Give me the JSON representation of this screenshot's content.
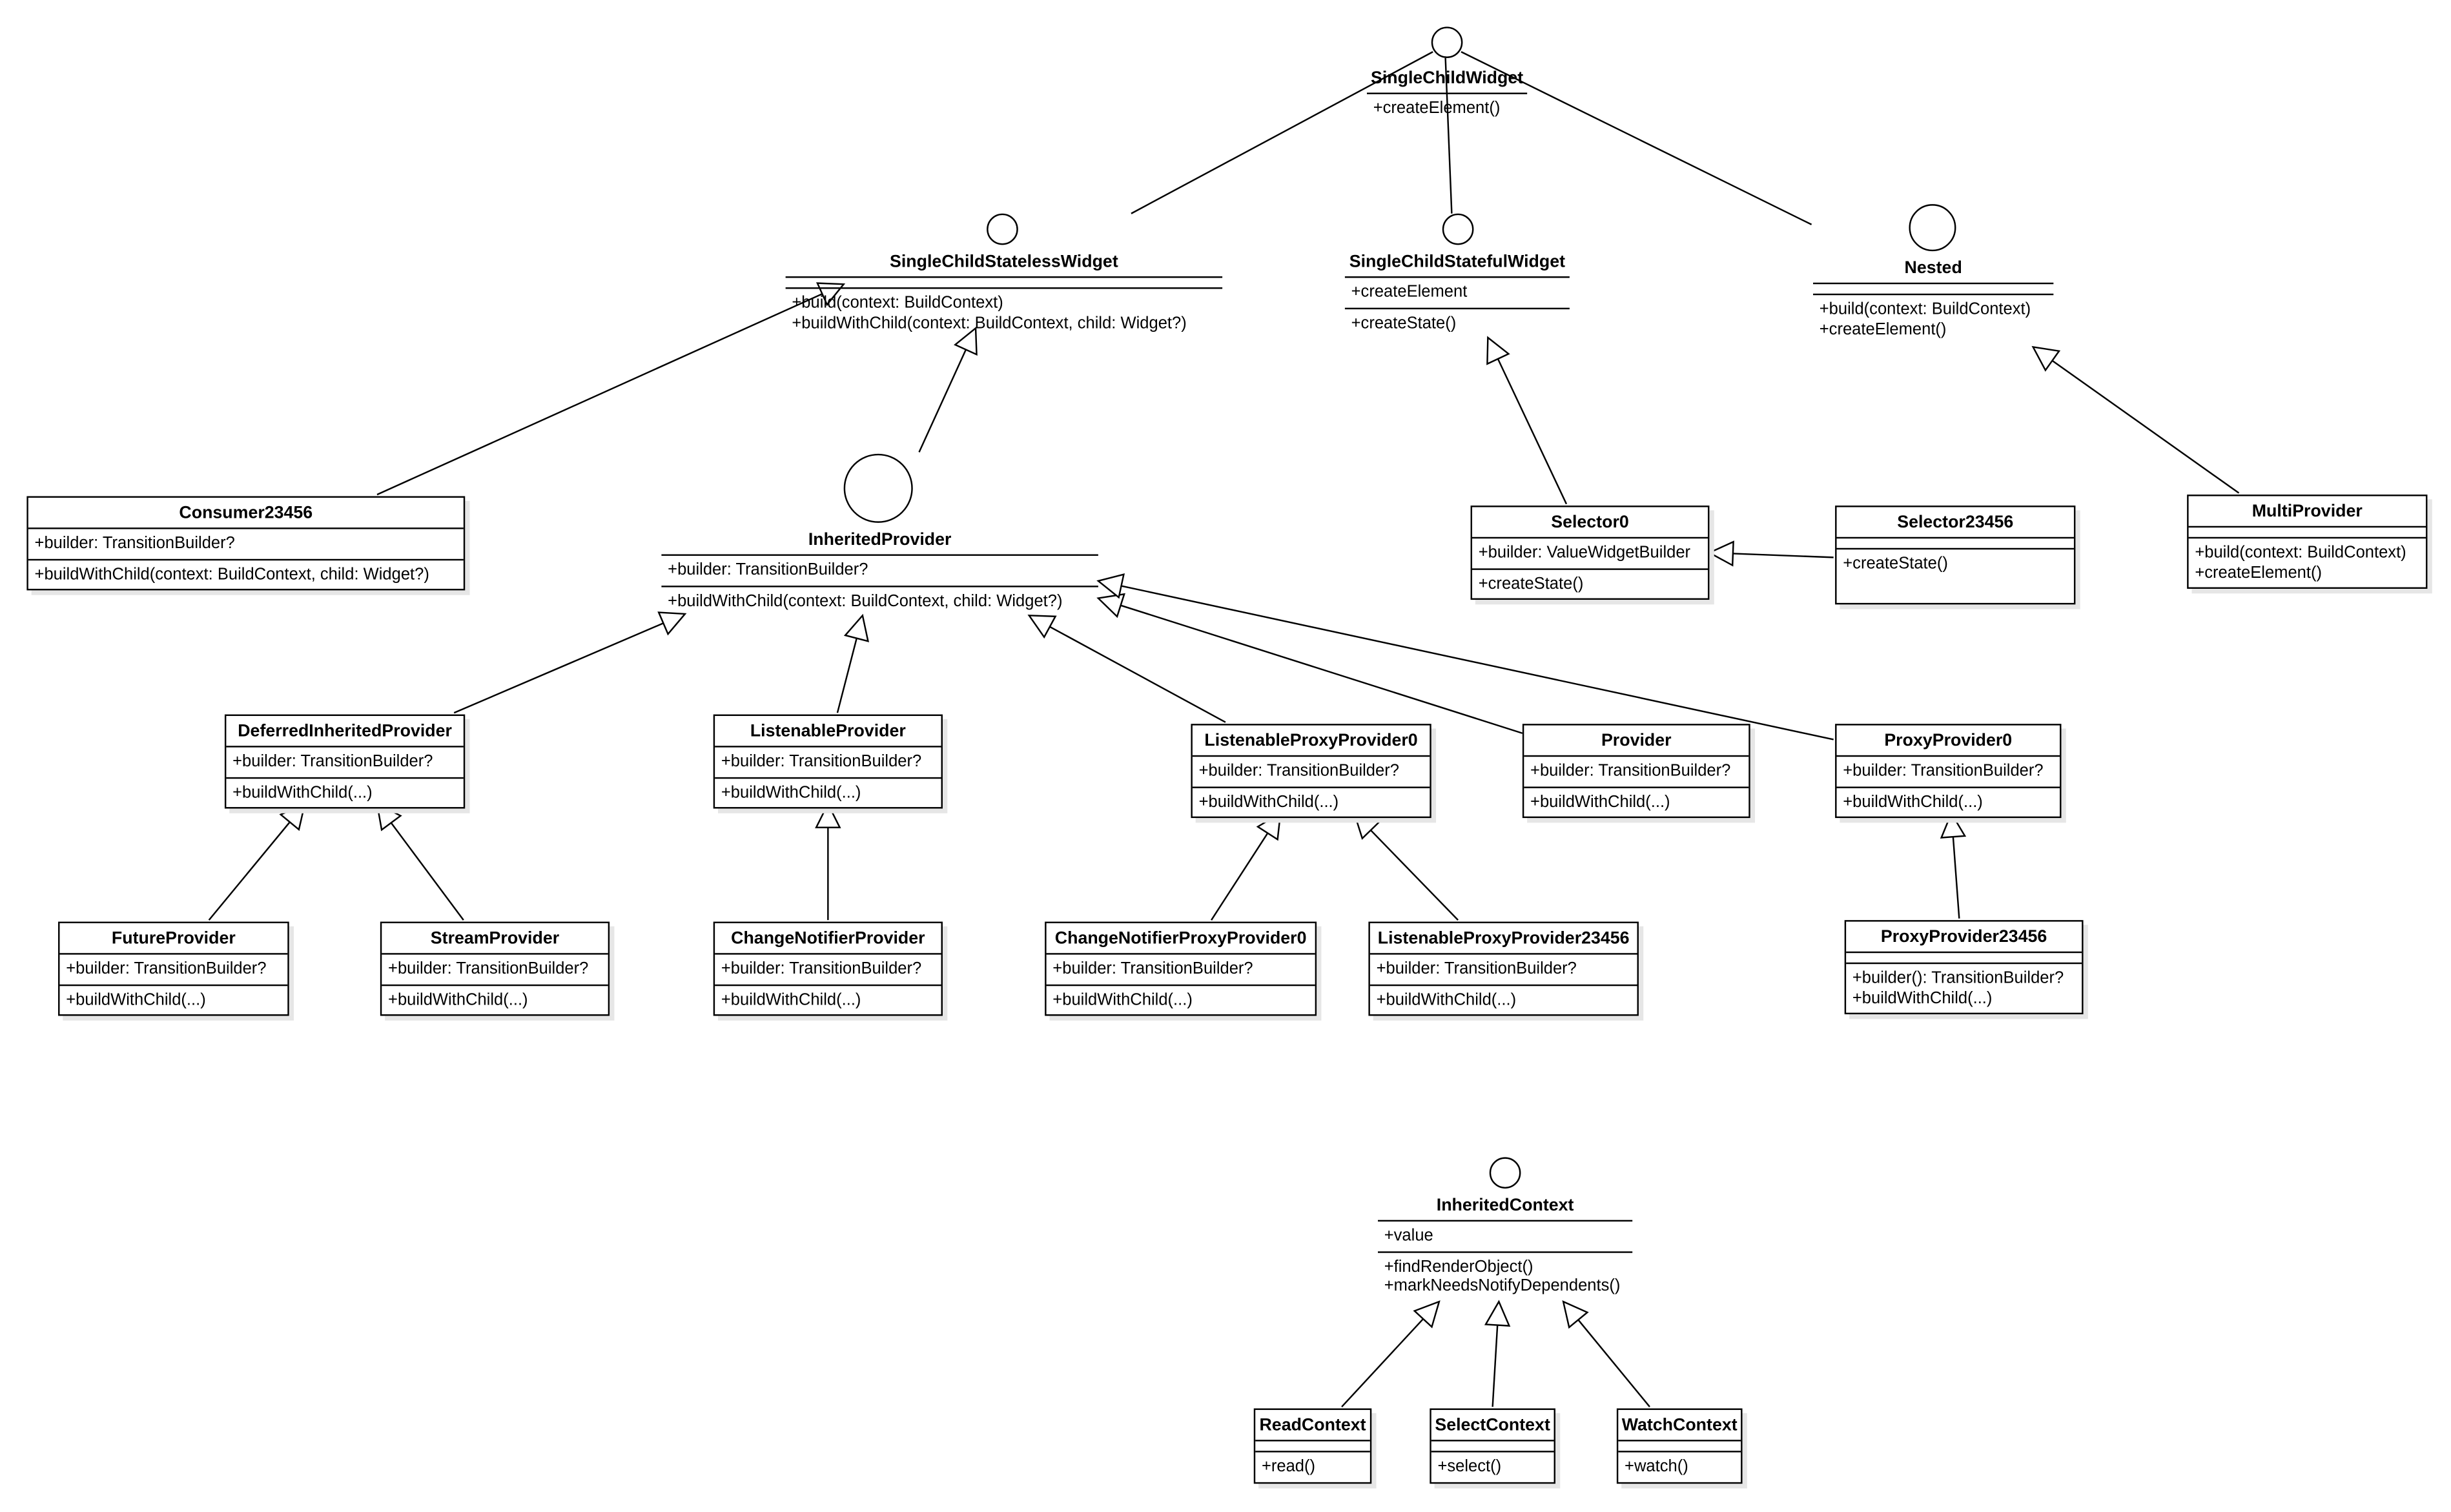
{
  "classes": {
    "single_child_widget": {
      "title": "SingleChildWidget",
      "attributes": [],
      "methods": [
        "+createElement()"
      ]
    },
    "single_child_stateless_widget": {
      "title": "SingleChildStatelessWidget",
      "attributes": [],
      "methods": [
        "+build(context: BuildContext)",
        "+buildWithChild(context: BuildContext, child: Widget?)"
      ]
    },
    "single_child_stateful_widget": {
      "title": "SingleChildStatefulWidget",
      "attributes": [
        "+createElement"
      ],
      "methods": [
        "+createState()"
      ]
    },
    "nested": {
      "title": "Nested",
      "attributes": [],
      "methods": [
        "+build(context: BuildContext)",
        "+createElement()"
      ]
    },
    "consumer23456": {
      "title": "Consumer23456",
      "attributes": [
        "+builder: TransitionBuilder?"
      ],
      "methods": [
        "+buildWithChild(context: BuildContext, child: Widget?)"
      ]
    },
    "inherited_provider": {
      "title": "InheritedProvider",
      "attributes": [
        "+builder: TransitionBuilder?"
      ],
      "methods": [
        "+buildWithChild(context: BuildContext, child: Widget?)"
      ]
    },
    "selector0": {
      "title": "Selector0",
      "attributes": [
        "+builder: ValueWidgetBuilder"
      ],
      "methods": [
        "+createState()"
      ]
    },
    "selector23456": {
      "title": "Selector23456",
      "attributes": [],
      "methods": [
        "+createState()"
      ]
    },
    "multi_provider": {
      "title": "MultiProvider",
      "attributes": [],
      "methods": [
        "+build(context: BuildContext)",
        "+createElement()"
      ]
    },
    "deferred_inherited_provider": {
      "title": "DeferredInheritedProvider",
      "attributes": [
        "+builder: TransitionBuilder?"
      ],
      "methods": [
        "+buildWithChild(...)"
      ]
    },
    "listenable_provider": {
      "title": "ListenableProvider",
      "attributes": [
        "+builder: TransitionBuilder?"
      ],
      "methods": [
        "+buildWithChild(...)"
      ]
    },
    "listenable_proxy_provider0": {
      "title": "ListenableProxyProvider0",
      "attributes": [
        "+builder: TransitionBuilder?"
      ],
      "methods": [
        "+buildWithChild(...)"
      ]
    },
    "provider": {
      "title": "Provider",
      "attributes": [
        "+builder: TransitionBuilder?"
      ],
      "methods": [
        "+buildWithChild(...)"
      ]
    },
    "proxy_provider0": {
      "title": "ProxyProvider0",
      "attributes": [
        "+builder: TransitionBuilder?"
      ],
      "methods": [
        "+buildWithChild(...)"
      ]
    },
    "future_provider": {
      "title": "FutureProvider",
      "attributes": [
        "+builder: TransitionBuilder?"
      ],
      "methods": [
        "+buildWithChild(...)"
      ]
    },
    "stream_provider": {
      "title": "StreamProvider",
      "attributes": [
        "+builder: TransitionBuilder?"
      ],
      "methods": [
        "+buildWithChild(...)"
      ]
    },
    "change_notifier_provider": {
      "title": "ChangeNotifierProvider",
      "attributes": [
        "+builder: TransitionBuilder?"
      ],
      "methods": [
        "+buildWithChild(...)"
      ]
    },
    "change_notifier_proxy_provider0": {
      "title": "ChangeNotifierProxyProvider0",
      "attributes": [
        "+builder: TransitionBuilder?"
      ],
      "methods": [
        "+buildWithChild(...)"
      ]
    },
    "listenable_proxy_provider23456": {
      "title": "ListenableProxyProvider23456",
      "attributes": [
        "+builder: TransitionBuilder?"
      ],
      "methods": [
        "+buildWithChild(...)"
      ]
    },
    "proxy_provider23456": {
      "title": "ProxyProvider23456",
      "attributes": [],
      "methods": [
        "+builder(): TransitionBuilder?",
        "+buildWithChild(...)"
      ]
    },
    "inherited_context": {
      "title": "InheritedContext",
      "attributes": [
        "+value"
      ],
      "methods": [
        "+findRenderObject()",
        "+markNeedsNotifyDependents()"
      ]
    },
    "read_context": {
      "title": "ReadContext",
      "attributes": [],
      "methods": [
        "+read()"
      ]
    },
    "select_context": {
      "title": "SelectContext",
      "attributes": [],
      "methods": [
        "+select()"
      ]
    },
    "watch_context": {
      "title": "WatchContext",
      "attributes": [],
      "methods": [
        "+watch()"
      ]
    }
  },
  "relations": [
    {
      "from": "single_child_stateless_widget",
      "to": "single_child_widget",
      "kind": "association"
    },
    {
      "from": "single_child_stateful_widget",
      "to": "single_child_widget",
      "kind": "association"
    },
    {
      "from": "nested",
      "to": "single_child_widget",
      "kind": "association"
    },
    {
      "from": "consumer23456",
      "to": "single_child_stateless_widget",
      "kind": "generalization"
    },
    {
      "from": "inherited_provider",
      "to": "single_child_stateless_widget",
      "kind": "generalization"
    },
    {
      "from": "selector0",
      "to": "single_child_stateful_widget",
      "kind": "generalization"
    },
    {
      "from": "selector23456",
      "to": "selector0",
      "kind": "generalization"
    },
    {
      "from": "multi_provider",
      "to": "nested",
      "kind": "generalization"
    },
    {
      "from": "deferred_inherited_provider",
      "to": "inherited_provider",
      "kind": "generalization"
    },
    {
      "from": "listenable_provider",
      "to": "inherited_provider",
      "kind": "generalization"
    },
    {
      "from": "listenable_proxy_provider0",
      "to": "inherited_provider",
      "kind": "generalization"
    },
    {
      "from": "provider",
      "to": "inherited_provider",
      "kind": "generalization"
    },
    {
      "from": "proxy_provider0",
      "to": "inherited_provider",
      "kind": "generalization"
    },
    {
      "from": "future_provider",
      "to": "deferred_inherited_provider",
      "kind": "generalization"
    },
    {
      "from": "stream_provider",
      "to": "deferred_inherited_provider",
      "kind": "generalization"
    },
    {
      "from": "change_notifier_provider",
      "to": "listenable_provider",
      "kind": "generalization"
    },
    {
      "from": "change_notifier_proxy_provider0",
      "to": "listenable_proxy_provider0",
      "kind": "generalization"
    },
    {
      "from": "listenable_proxy_provider23456",
      "to": "listenable_proxy_provider0",
      "kind": "generalization"
    },
    {
      "from": "proxy_provider23456",
      "to": "proxy_provider0",
      "kind": "generalization"
    },
    {
      "from": "read_context",
      "to": "inherited_context",
      "kind": "generalization"
    },
    {
      "from": "select_context",
      "to": "inherited_context",
      "kind": "generalization"
    },
    {
      "from": "watch_context",
      "to": "inherited_context",
      "kind": "generalization"
    }
  ]
}
